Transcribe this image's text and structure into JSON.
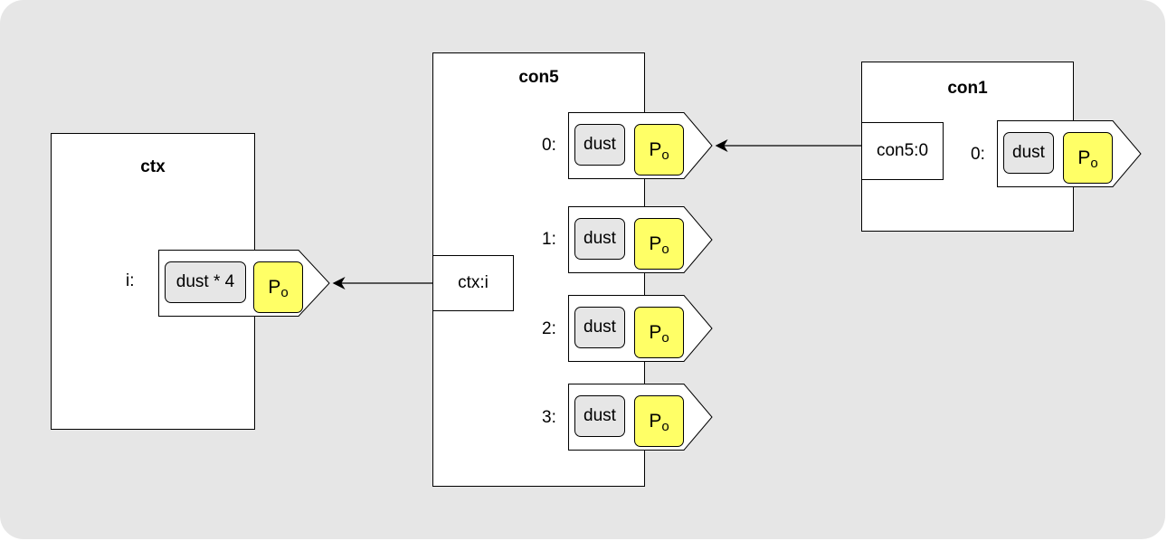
{
  "ctx": {
    "title": "ctx",
    "slots": [
      {
        "index": "i:",
        "dust": "dust * 4",
        "p_main": "P",
        "p_sub": "o"
      }
    ]
  },
  "con5": {
    "title": "con5",
    "port": "ctx:i",
    "slots": [
      {
        "index": "0:",
        "dust": "dust",
        "p_main": "P",
        "p_sub": "o"
      },
      {
        "index": "1:",
        "dust": "dust",
        "p_main": "P",
        "p_sub": "o"
      },
      {
        "index": "2:",
        "dust": "dust",
        "p_main": "P",
        "p_sub": "o"
      },
      {
        "index": "3:",
        "dust": "dust",
        "p_main": "P",
        "p_sub": "o"
      }
    ]
  },
  "con1": {
    "title": "con1",
    "port": "con5:0",
    "slots": [
      {
        "index": "0:",
        "dust": "dust",
        "p_main": "P",
        "p_sub": "o"
      }
    ]
  },
  "colors": {
    "background": "#e6e6e6",
    "p_fill": "#ffff66",
    "dust_fill": "#e6e6e6"
  }
}
